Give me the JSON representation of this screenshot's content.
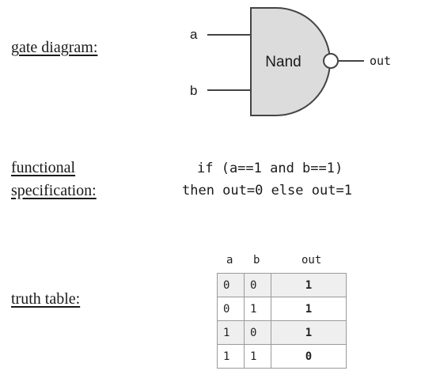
{
  "labels": {
    "gate_diagram": "gate diagram:",
    "functional_line1": "functional",
    "functional_line2": "specification:",
    "truth_table": "truth table:"
  },
  "gate": {
    "name": "Nand",
    "input_a": "a",
    "input_b": "b",
    "output": "out",
    "body_fill": "#dcdcdc",
    "stroke": "#444444"
  },
  "spec": {
    "line1": "if (a==1 and b==1)",
    "line2": "then out=0 else out=1"
  },
  "truth_table": {
    "headers": [
      "a",
      "b",
      "out"
    ],
    "rows": [
      [
        "0",
        "0",
        "1"
      ],
      [
        "0",
        "1",
        "1"
      ],
      [
        "1",
        "0",
        "1"
      ],
      [
        "1",
        "1",
        "0"
      ]
    ],
    "shaded_color": "#efefef"
  }
}
